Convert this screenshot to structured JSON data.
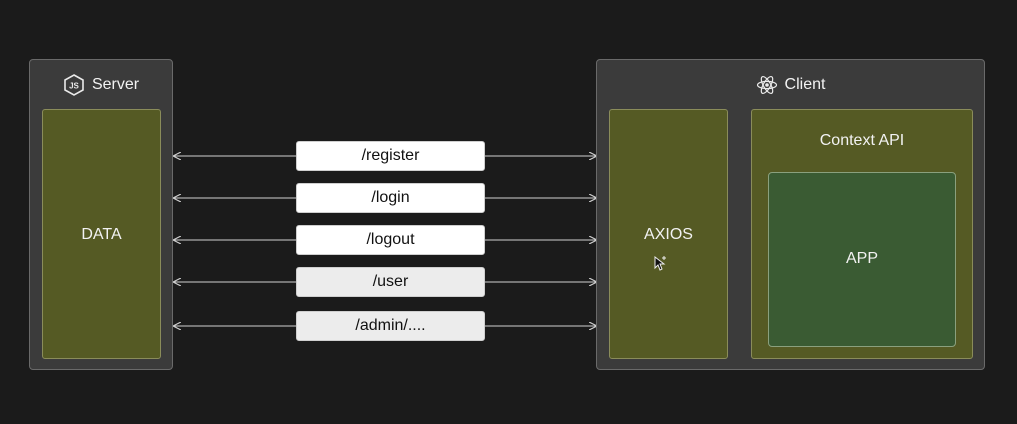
{
  "server": {
    "title": "Server",
    "icon": "nodejs-icon",
    "data_box_label": "DATA"
  },
  "client": {
    "title": "Client",
    "icon": "react-icon",
    "axios_label": "AXIOS",
    "context_label": "Context API",
    "app_label": "APP"
  },
  "routes": [
    {
      "label": "/register"
    },
    {
      "label": "/login"
    },
    {
      "label": "/logout"
    },
    {
      "label": "/user"
    },
    {
      "label": "/admin/...."
    }
  ],
  "colors": {
    "background": "#1b1b1b",
    "panel": "#3b3b3b",
    "olive_box": "#555a24",
    "app_box": "#3a5b33",
    "arrow": "#d0d0d0"
  }
}
